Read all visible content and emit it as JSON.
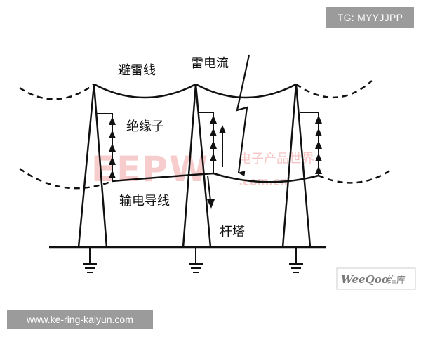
{
  "diagram": {
    "labels": {
      "shield_wire": "避雷线",
      "lightning_current": "雷电流",
      "insulator": "绝缘子",
      "conductor": "输电导线",
      "tower": "杆塔"
    }
  },
  "watermarks": {
    "tg_badge": "TG: MYYJJPP",
    "url_bar": "www.ke-ring-kaiyun.com",
    "eepw_logo": "EEPW",
    "eepw_cn": "电子产品世界",
    "eepw_url": ".com.cn",
    "weeqoo_en": "WeeQoo",
    "weeqoo_cn": "维库"
  }
}
